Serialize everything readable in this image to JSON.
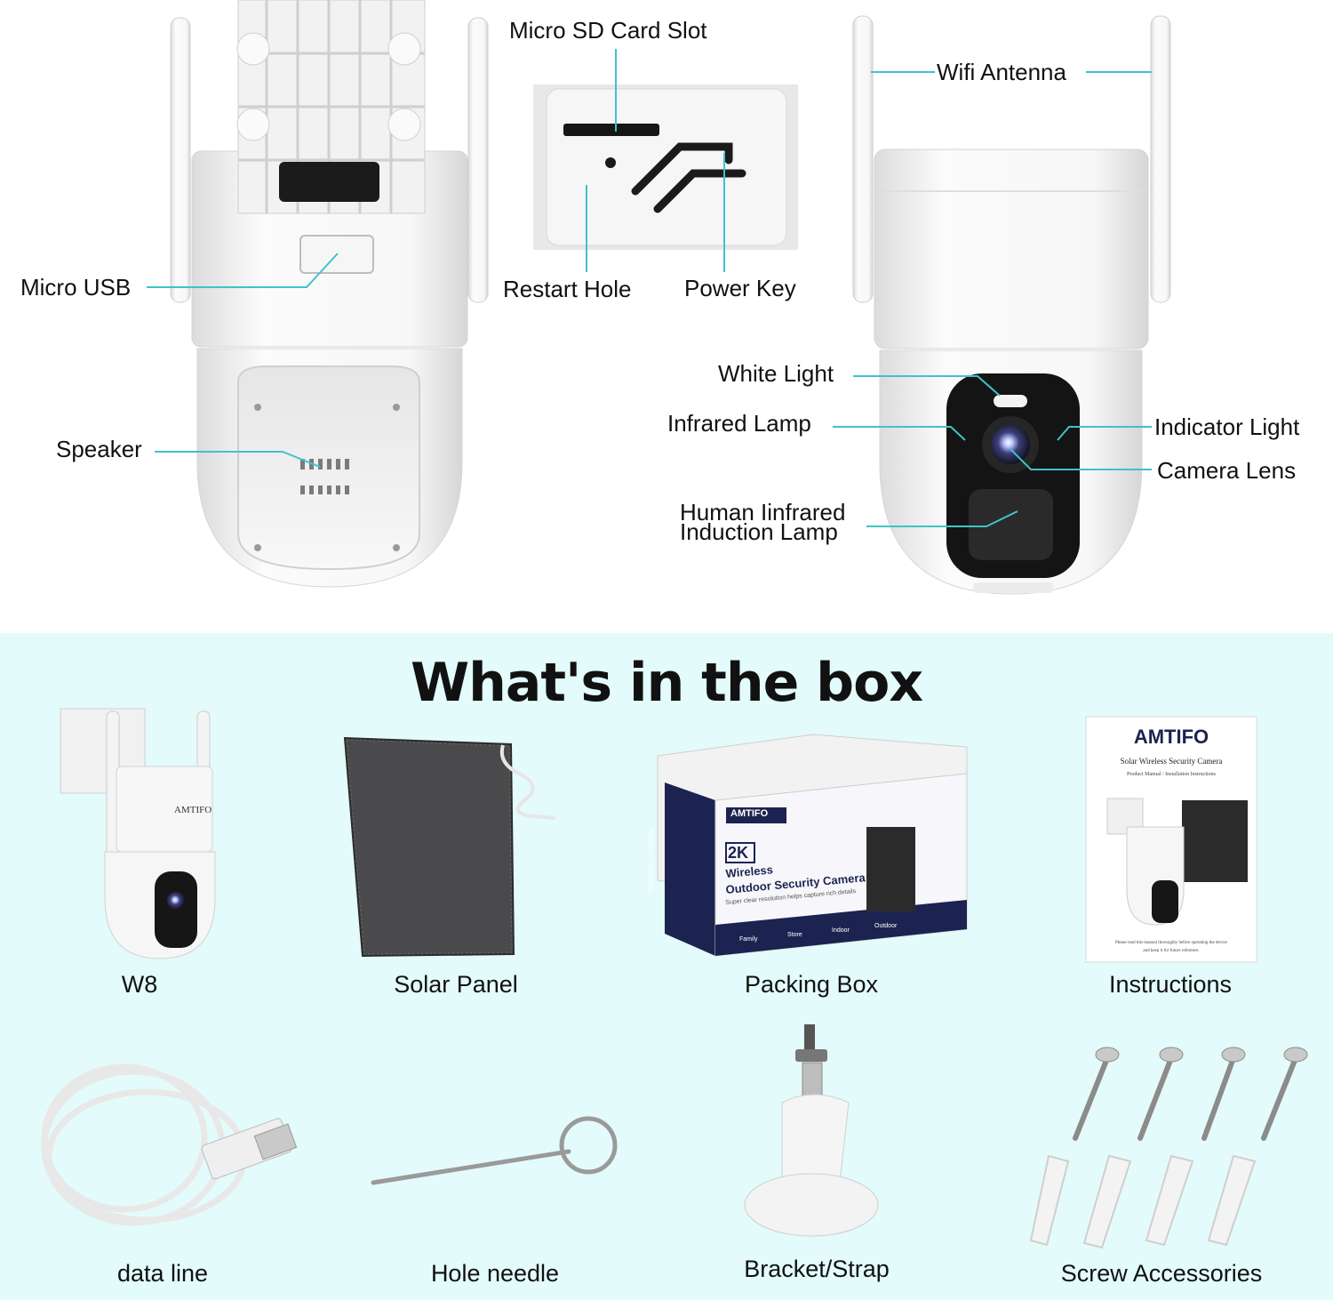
{
  "diagram_labels": {
    "micro_sd_card_slot": "Micro SD Card Slot",
    "wifi_antenna": "Wifi Antenna",
    "micro_usb": "Micro USB",
    "restart_hole": "Restart Hole",
    "power_key": "Power Key",
    "white_light": "White Light",
    "infrared_lamp": "Infrared Lamp",
    "indicator_light": "Indicator Light",
    "camera_lens": "Camera Lens",
    "speaker": "Speaker",
    "human_infrared_line1": "Human Iinfrared",
    "human_infrared_line2": "Induction Lamp"
  },
  "box": {
    "title": "What's in the box",
    "items": [
      {
        "label": "W8"
      },
      {
        "label": "Solar Panel"
      },
      {
        "label": "Packing Box"
      },
      {
        "label": "Instructions"
      },
      {
        "label": "data line"
      },
      {
        "label": "Hole needle"
      },
      {
        "label": "Bracket/Strap"
      },
      {
        "label": "Screw Accessories"
      }
    ]
  },
  "product_text": {
    "brand": "AMTIFO",
    "box_resolution": "2K",
    "box_line1": "Wireless",
    "box_line2": "Outdoor Security Camera",
    "box_tagline": "Super clear resolution helps capture rich details",
    "box_tag_family": "Family",
    "box_tag_store": "Store",
    "box_tag_indoor": "Indoor",
    "box_tag_outdoor": "Outdoor",
    "box_side": "PRODUCT FEATURES",
    "manual_title": "Solar Wireless Security Camera",
    "manual_subtitle": "Product Manual / Installation Instructions",
    "manual_note_1": "Please read this manual thoroughly before operating the device",
    "manual_note_2": "and keep it for future reference."
  },
  "colors": {
    "leader_line": "#3fc3c8",
    "box_section_bg": "#e3fbfa",
    "camera_body": "#f4f4f4",
    "solar_panel": "#4a4a4c",
    "packing_box_navy": "#1c2350"
  }
}
